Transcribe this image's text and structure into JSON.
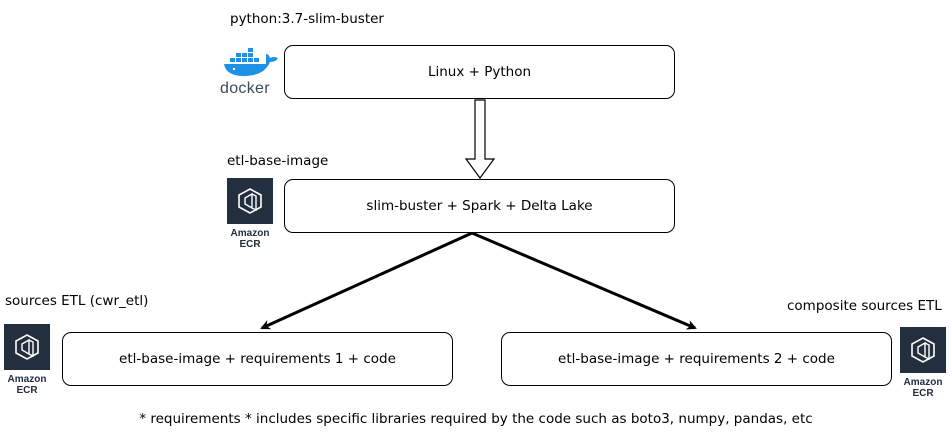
{
  "labels": {
    "docker_image": "python:3.7-slim-buster",
    "etl_base": "etl-base-image",
    "sources": "sources ETL (cwr_etl)",
    "composite": "composite sources ETL"
  },
  "boxes": {
    "top": "Linux + Python",
    "middle": "slim-buster + Spark + Delta Lake",
    "left": "etl-base-image + requirements 1 + code",
    "right": "etl-base-image + requirements 2 + code"
  },
  "logos": {
    "docker_text": "docker",
    "ecr_line1": "Amazon",
    "ecr_line2": "ECR"
  },
  "footnote": "* requirements * includes specific libraries required by the code such as boto3, numpy, pandas, etc",
  "colors": {
    "docker_blue": "#1d91e6",
    "docker_text": "#394d54",
    "ecr_bg": "#232f3e"
  }
}
